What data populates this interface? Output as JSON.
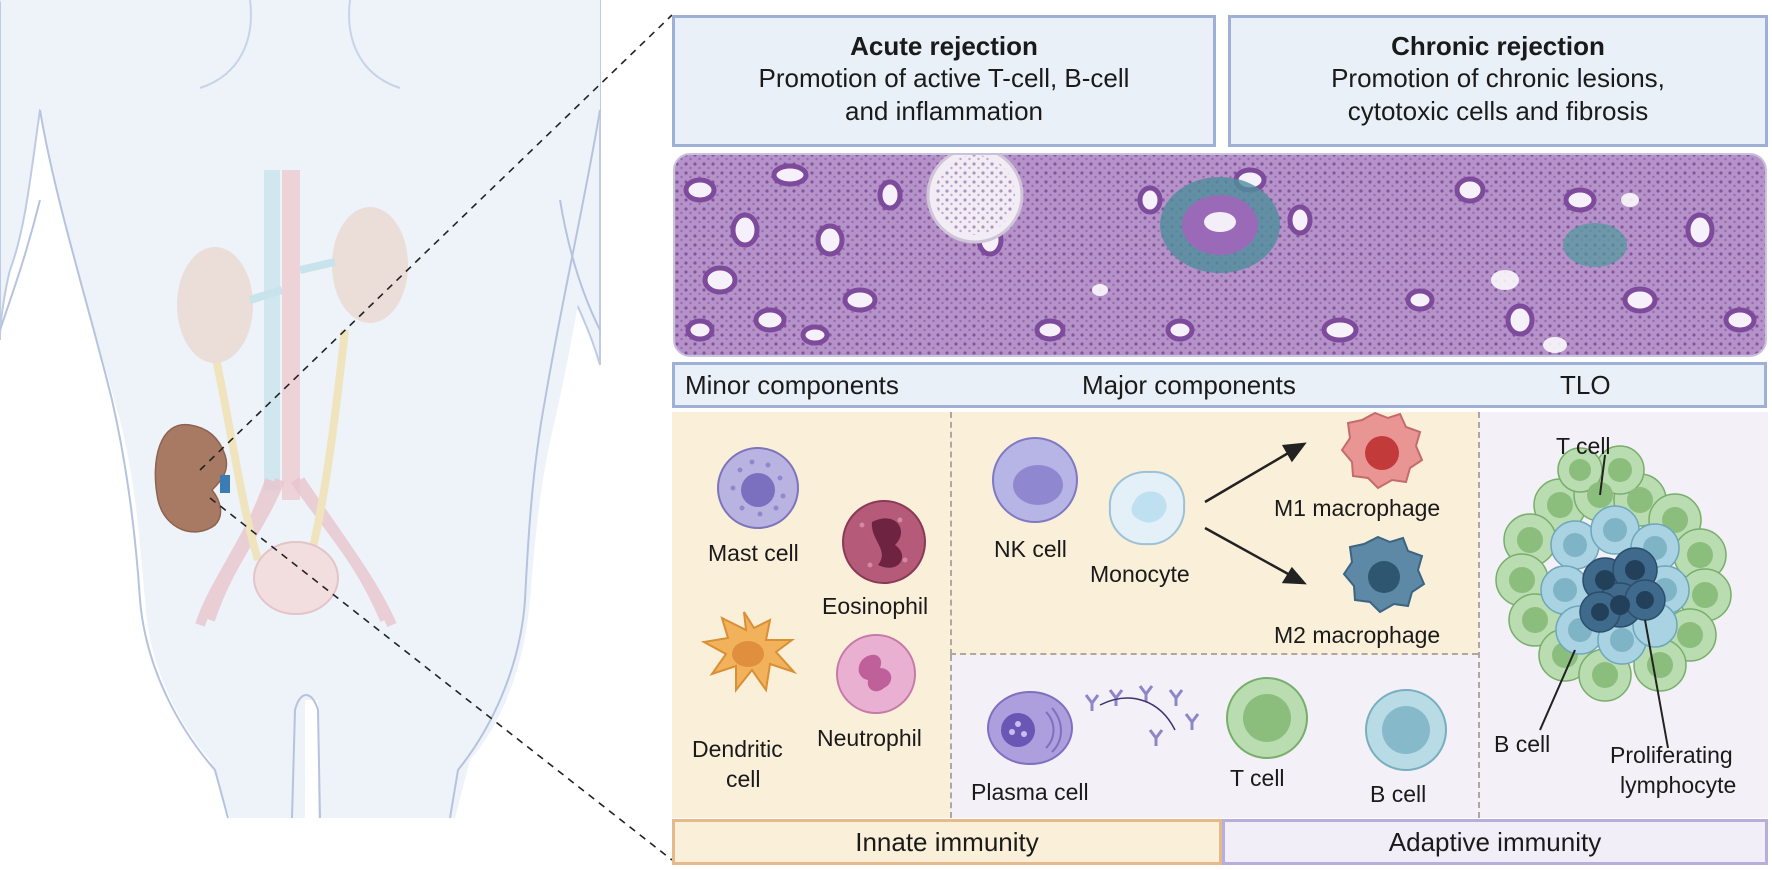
{
  "acute": {
    "title": "Acute rejection",
    "line1": "Promotion of active T-cell, B-cell",
    "line2": "and inflammation"
  },
  "chronic": {
    "title": "Chronic rejection",
    "line1": "Promotion of chronic lesions,",
    "line2": "cytotoxic cells and fibrosis"
  },
  "components": {
    "minor": "Minor components",
    "major": "Major components",
    "tlo": "TLO"
  },
  "cells": {
    "mast": "Mast cell",
    "eosinophil": "Eosinophil",
    "dendritic_1": "Dendritic",
    "dendritic_2": "cell",
    "neutrophil": "Neutrophil",
    "nk": "NK cell",
    "monocyte": "Monocyte",
    "m1": "M1 macrophage",
    "m2": "M2 macrophage",
    "plasma": "Plasma cell",
    "tcell": "T cell",
    "bcell": "B cell",
    "tlo_tcell": "T cell",
    "tlo_bcell": "B cell",
    "prolif_1": "Proliferating",
    "prolif_2": "lymphocyte"
  },
  "immunity": {
    "innate": "Innate immunity",
    "adaptive": "Adaptive immunity"
  },
  "colors": {
    "header_border": "#9fb0d6",
    "header_fill": "#eaf0f8",
    "innate_fill": "#faefd9",
    "adaptive_fill": "#f1eef7",
    "innate_border": "#e6b98a",
    "adaptive_border": "#b7aedb",
    "body_fill": "#eef3fa",
    "kidney": "#a97a63"
  }
}
